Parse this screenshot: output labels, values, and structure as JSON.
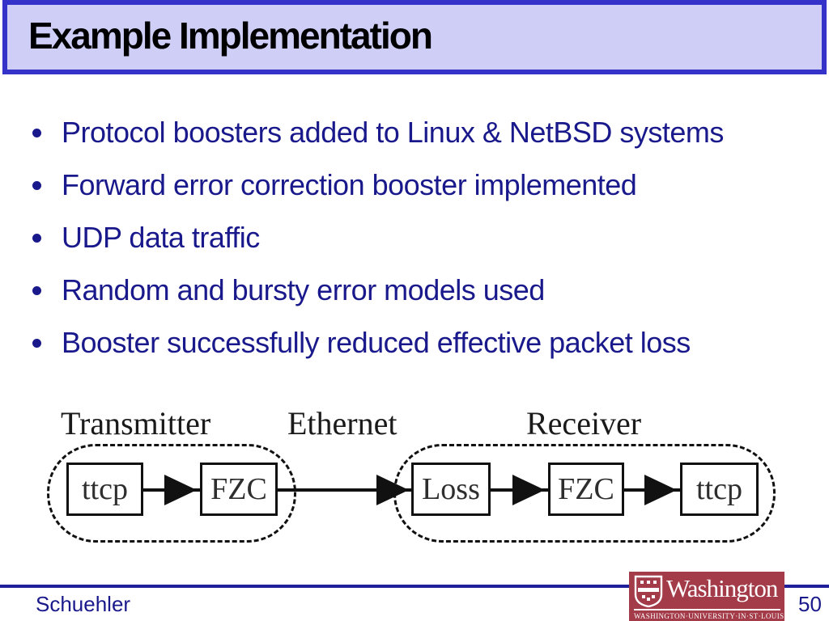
{
  "slide": {
    "title": "Example Implementation",
    "bullets": [
      "Protocol boosters added to Linux & NetBSD systems",
      "Forward error correction booster implemented",
      "UDP data traffic",
      "Random and bursty error models used",
      "Booster successfully reduced effective packet loss"
    ]
  },
  "diagram": {
    "section_labels": [
      "Transmitter",
      "Ethernet",
      "Receiver"
    ],
    "nodes": [
      "ttcp",
      "FZC",
      "Loss",
      "FZC",
      "ttcp"
    ]
  },
  "footer": {
    "author": "Schuehler",
    "page_number": "50",
    "logo": {
      "name": "Washington",
      "tagline": "WASHINGTON·UNIVERSITY·IN·ST·LOUIS"
    }
  },
  "colors": {
    "title_bar_bg": "#cfcef7",
    "title_border": "#3432c9",
    "body_text": "#19198c",
    "footer_line": "#20209a",
    "logo_bg": "#a33b49",
    "diagram_ink": "#111111"
  }
}
